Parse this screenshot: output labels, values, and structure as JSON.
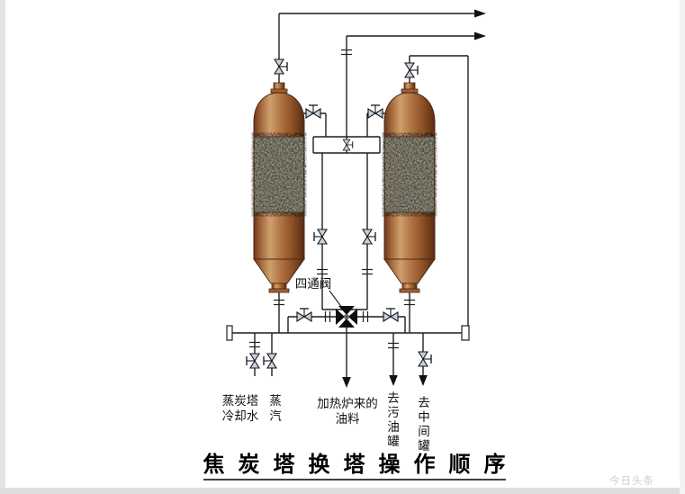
{
  "palette": {
    "pipe": "#1f1f1f",
    "vessel_copper": "#a9673f",
    "vessel_highlight": "#cfa06f",
    "vessel_shadow": "#5a2e14",
    "coke_texture_base": "#96927f",
    "valve_fill": "#c9d2da",
    "arrow": "#111111",
    "watermark_gray": "#c3c3c3"
  },
  "labels": {
    "four_way": "四通阀",
    "cooling_water": [
      "蒸炭塔",
      "冷却水"
    ],
    "steam": [
      "蒸",
      "汽"
    ],
    "furnace_oil": [
      "加热炉来的",
      "油料"
    ],
    "slop_tank": [
      "去",
      "污",
      "油",
      "罐"
    ],
    "intermediate_tank": [
      "去",
      "中",
      "间",
      "罐"
    ]
  },
  "title": {
    "text": "焦炭塔换塔操作顺序"
  },
  "watermark": {
    "text": "今日头条"
  }
}
